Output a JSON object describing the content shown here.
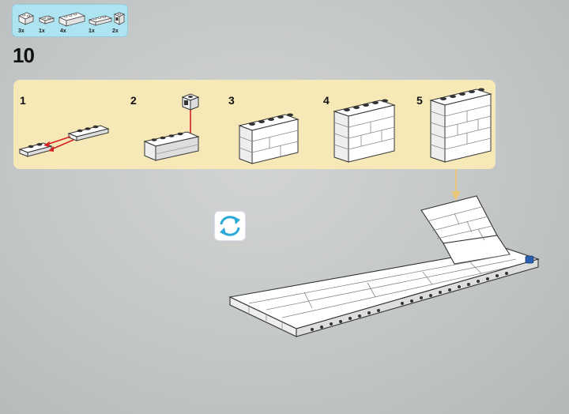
{
  "step": {
    "number": "10"
  },
  "parts_list": [
    {
      "icon": "lego-brick-2x2-icon",
      "count": "3x"
    },
    {
      "icon": "lego-plate-1x2-icon",
      "count": "1x"
    },
    {
      "icon": "lego-brick-1x4-icon",
      "count": "4x"
    },
    {
      "icon": "lego-plate-1x4-icon",
      "count": "1x"
    },
    {
      "icon": "lego-brick-1x1-headlight-icon",
      "count": "2x"
    }
  ],
  "substeps": [
    {
      "label": "1"
    },
    {
      "label": "2"
    },
    {
      "label": "3"
    },
    {
      "label": "4"
    },
    {
      "label": "5"
    }
  ],
  "colors": {
    "parts_box": "#aee4f2",
    "substeps_panel": "#f7e8b8",
    "arrow_red": "#d42020",
    "rotate_blue": "#2aa8d8",
    "technic_pin_blue": "#2a5fb0"
  }
}
